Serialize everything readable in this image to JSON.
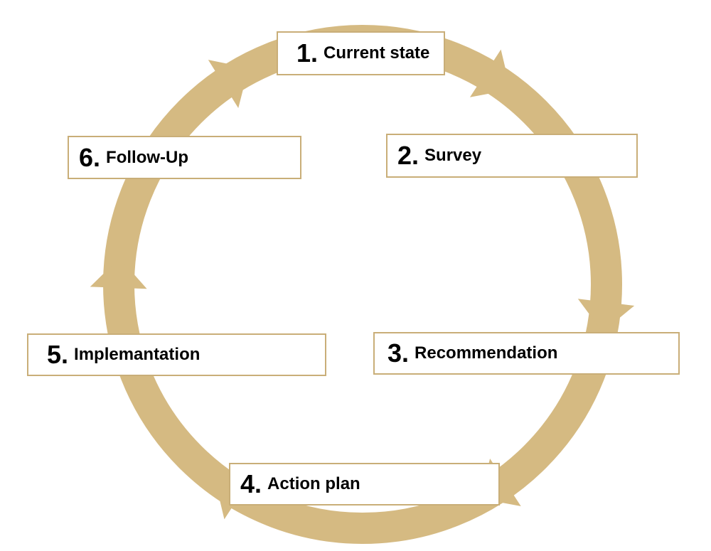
{
  "colors": {
    "ring": "#d5ba82",
    "box_border": "#c9ae78",
    "text": "#000000"
  },
  "steps": [
    {
      "number": "1.",
      "label": "Current state"
    },
    {
      "number": "2.",
      "label": "Survey"
    },
    {
      "number": "3.",
      "label": "Recommendation"
    },
    {
      "number": "4.",
      "label": "Action plan"
    },
    {
      "number": "5.",
      "label": "Implemantation"
    },
    {
      "number": "6.",
      "label": "Follow-Up"
    }
  ]
}
